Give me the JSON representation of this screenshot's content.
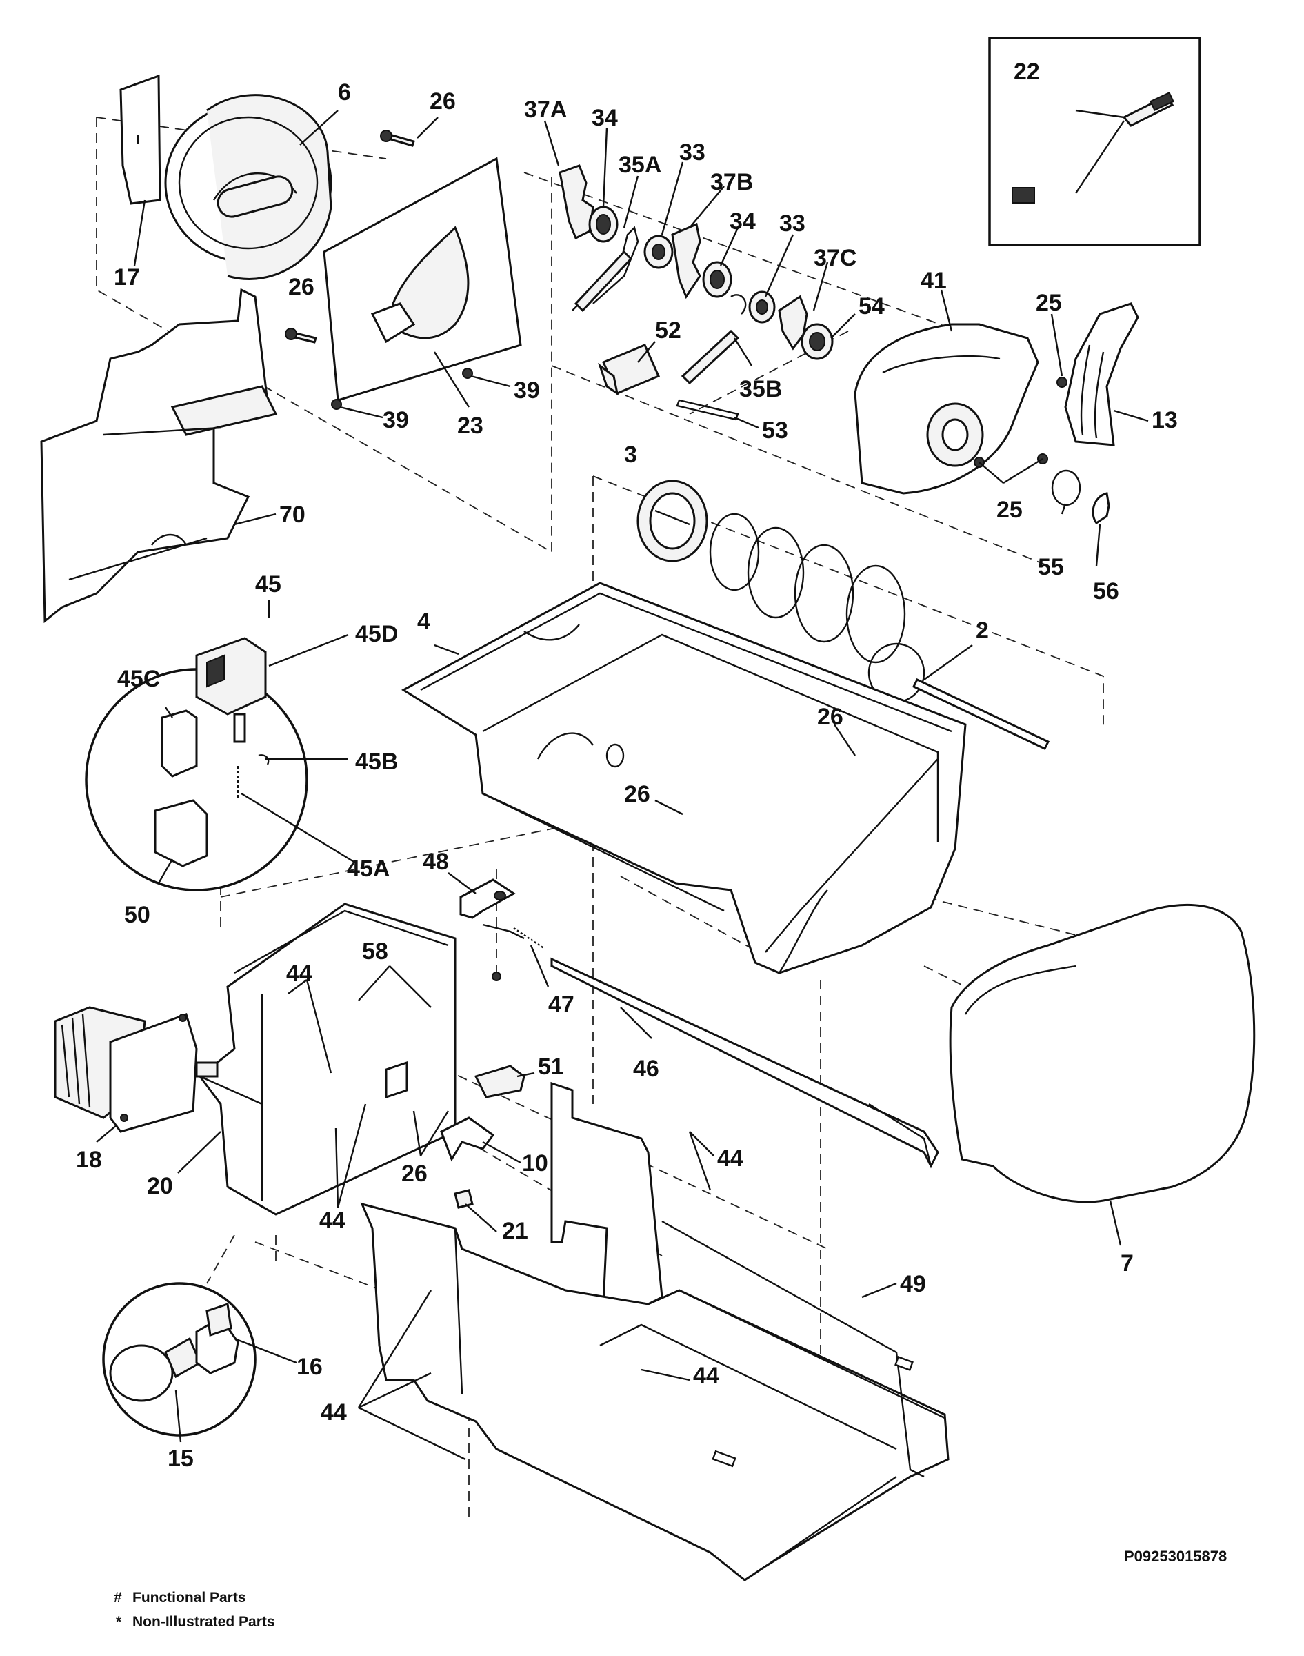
{
  "diagram_code": "P09253015878",
  "legend": [
    {
      "symbol": "#",
      "text": "Functional Parts"
    },
    {
      "symbol": "*",
      "text": "Non-Illustrated Parts"
    }
  ],
  "callouts": {
    "c1": "22",
    "c2": "6",
    "c3": "26",
    "c4": "37A",
    "c5": "34",
    "c6": "35A",
    "c7": "33",
    "c8": "37B",
    "c9": "34",
    "c10": "33",
    "c11": "37C",
    "c12": "17",
    "c13": "26",
    "c14": "41",
    "c15": "25",
    "c16": "54",
    "c17": "52",
    "c18": "35B",
    "c19": "13",
    "c20": "39",
    "c21": "39",
    "c22": "23",
    "c23": "53",
    "c24": "3",
    "c25": "25",
    "c26": "70",
    "c27": "55",
    "c28": "56",
    "c29": "45",
    "c30": "45D",
    "c31": "4",
    "c32": "2",
    "c33": "45C",
    "c34": "26",
    "c35": "45B",
    "c36": "26",
    "c37": "45A",
    "c38": "48",
    "c39": "50",
    "c40": "58",
    "c41": "44",
    "c42": "47",
    "c43": "51",
    "c44": "46",
    "c45": "18",
    "c46": "20",
    "c47": "10",
    "c48": "44",
    "c49": "26",
    "c50": "44",
    "c51": "21",
    "c52": "7",
    "c53": "49",
    "c54": "16",
    "c55": "44",
    "c56": "44",
    "c57": "15"
  }
}
